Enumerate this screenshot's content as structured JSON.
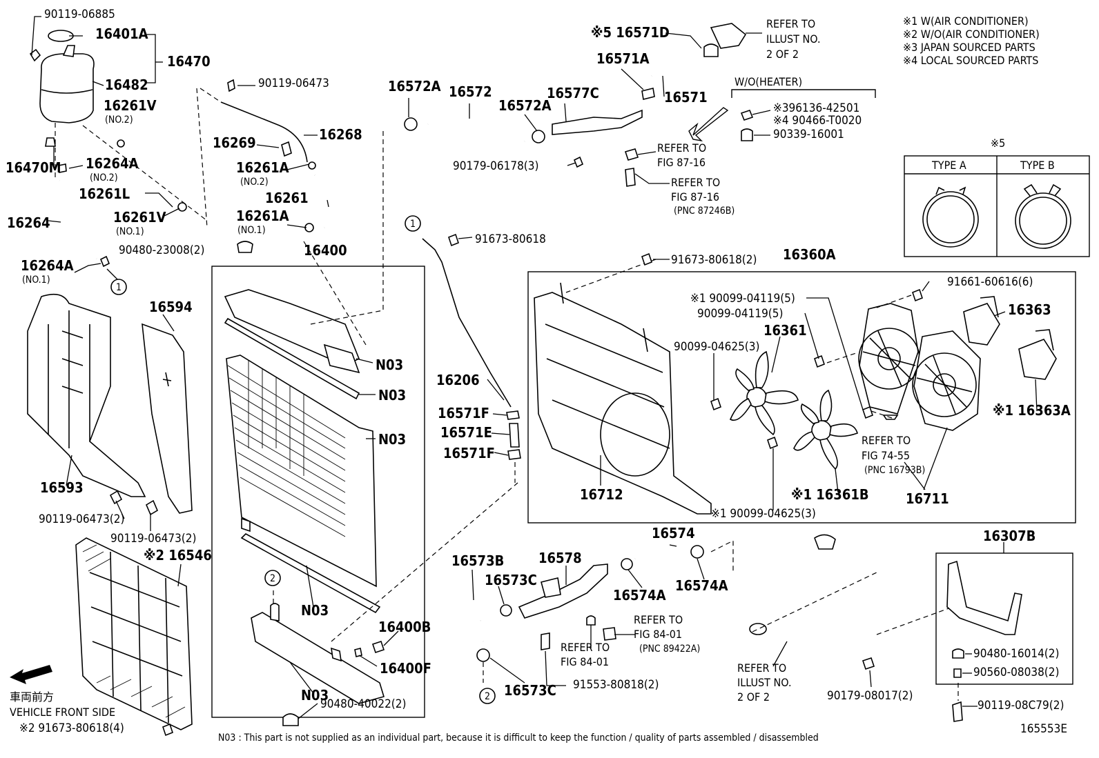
{
  "notes": {
    "n1": "※1 W(AIR CONDITIONER)",
    "n2": "※2 W/O(AIR CONDITIONER)",
    "n3": "※3 JAPAN SOURCED PARTS",
    "n4": "※4 LOCAL SOURCED PARTS"
  },
  "type_box": {
    "marker": "※5",
    "type_a": "TYPE A",
    "type_b": "TYPE B"
  },
  "heater_box": {
    "title": "W/O(HEATER)"
  },
  "labels": {
    "p90119_06885": "90119-06885",
    "p16401A": "16401A",
    "p16470": "16470",
    "p16482": "16482",
    "p16261V_1": "16261V",
    "no2_a": "(NO.2)",
    "p16470M": "16470M",
    "p16264A_1": "16264A",
    "no2_b": "(NO.2)",
    "p16261L": "16261L",
    "p16264": "16264",
    "p16261V_2": "16261V",
    "no1_a": "(NO.1)",
    "p16264A_2": "16264A",
    "no1_b": "(NO.1)",
    "p90119_06473": "90119-06473",
    "p16268": "16268",
    "p16269": "16269",
    "p16261A_1": "16261A",
    "no2_c": "(NO.2)",
    "p16261": "16261",
    "p16261A_2": "16261A",
    "no1_c": "(NO.1)",
    "p90480_23008": "90480-23008(2)",
    "p16400": "16400",
    "p16594": "16594",
    "p16593": "16593",
    "p90119_06473_2a": "90119-06473(2)",
    "p90119_06473_2b": "90119-06473(2)",
    "p16546": "※2 16546",
    "front_jp": "車両前方",
    "front_en": "VEHICLE FRONT SIDE",
    "p91673_80618_4": "※2 91673-80618(4)",
    "n03_1": "N03",
    "n03_2": "N03",
    "n03_3": "N03",
    "n03_4": "N03",
    "n03_5": "N03",
    "p16400B": "16400B",
    "p16400F": "16400F",
    "p90480_40022": "90480-40022(2)",
    "p16572A": "16572A",
    "p16572": "16572",
    "p16572A_2": "16572A",
    "p16577C": "16577C",
    "p90179_06178": "90179-06178(3)",
    "p16571D": "※5 16571D",
    "p16571A": "16571A",
    "p16571": "16571",
    "refer_illust_1": "REFER TO",
    "refer_illust_2": "ILLUST NO.",
    "refer_illust_3": "2 OF 2",
    "p96136": "※396136-42501",
    "p90466": "※4 90466-T0020",
    "p90339": "90339-16001",
    "refer_8716_a1": "REFER TO",
    "refer_8716_a2": "FIG 87-16",
    "refer_8716_b1": "REFER TO",
    "refer_8716_b2": "FIG 87-16",
    "refer_8716_b3": "(PNC 87246B)",
    "p91673_80618": "91673-80618",
    "p16206": "16206",
    "p16571F_1": "16571F",
    "p16571E": "16571E",
    "p16571F_2": "16571F",
    "p91673_80618_2": "91673-80618(2)",
    "p16360A": "16360A",
    "p91661": "91661-60616(6)",
    "p90099_04119_5a": "※1 90099-04119(5)",
    "p90099_04119_5b": "90099-04119(5)",
    "p16363": "16363",
    "p16361": "16361",
    "p90099_04625_3": "90099-04625(3)",
    "p16363A": "※1 16363A",
    "refer_7455_1": "REFER TO",
    "refer_7455_2": "FIG 74-55",
    "refer_7455_3": "(PNC 16793B)",
    "p16712": "16712",
    "p16361B": "※1 16361B",
    "p16711": "16711",
    "p90099_04625_3b": "※1 90099-04625(3)",
    "p16574": "16574",
    "p16573B": "16573B",
    "p16578": "16578",
    "p16573C_1": "16573C",
    "p16574A_1": "16574A",
    "p16574A_2": "16574A",
    "refer_8401_a1": "REFER TO",
    "refer_8401_a2": "FIG 84-01",
    "refer_8401_a3": "(PNC 89422A)",
    "refer_8401_b1": "REFER TO",
    "refer_8401_b2": "FIG 84-01",
    "p16573C_2": "16573C",
    "p91553": "91553-80818(2)",
    "refer_illust_b1": "REFER TO",
    "refer_illust_b2": "ILLUST NO.",
    "refer_illust_b3": "2 OF 2",
    "p90179_08017": "90179-08017(2)",
    "p16307B": "16307B",
    "p90480_16014": "90480-16014(2)",
    "p90560_08038": "90560-08038(2)",
    "p90119_08C79": "90119-08C79(2)",
    "callout_1": "1",
    "callout_2": "2",
    "footnote": "N03 : This part is not supplied as an individual part, because it is difficult to keep the function / quality of parts assembled / disassembled",
    "figure_id": "165553E"
  }
}
